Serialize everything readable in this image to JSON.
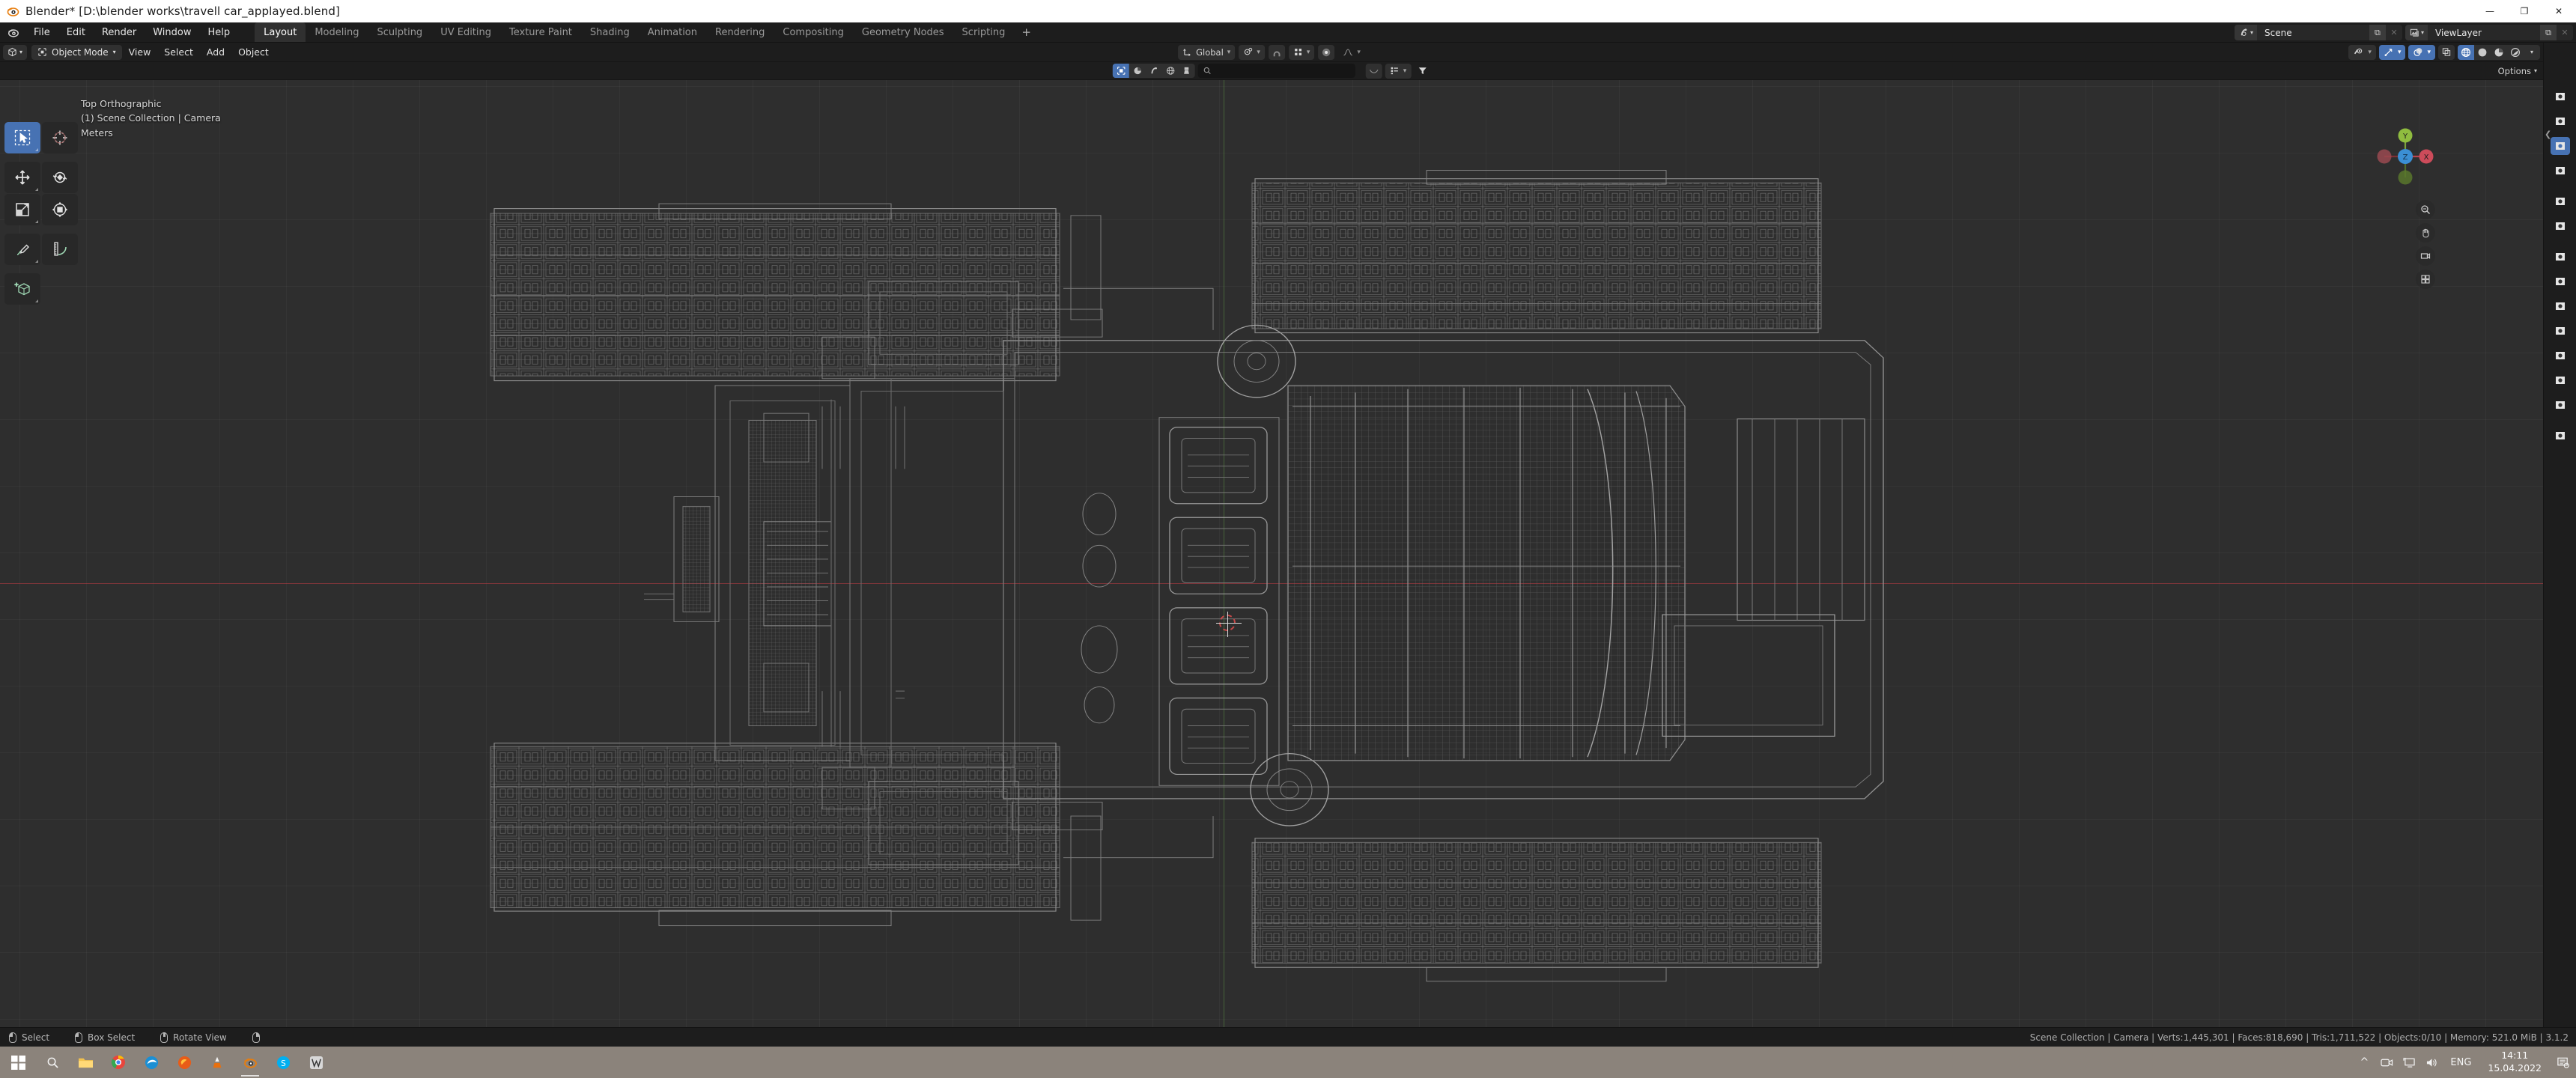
{
  "window": {
    "title": "Blender* [D:\\blender works\\travell car_applayed.blend]",
    "minimize": "—",
    "maximize": "❐",
    "close": "✕"
  },
  "topbar": {
    "menus": [
      "File",
      "Edit",
      "Render",
      "Window",
      "Help"
    ],
    "workspace_tabs": [
      {
        "label": "Layout",
        "active": true
      },
      {
        "label": "Modeling",
        "active": false
      },
      {
        "label": "Sculpting",
        "active": false
      },
      {
        "label": "UV Editing",
        "active": false
      },
      {
        "label": "Texture Paint",
        "active": false
      },
      {
        "label": "Shading",
        "active": false
      },
      {
        "label": "Animation",
        "active": false
      },
      {
        "label": "Rendering",
        "active": false
      },
      {
        "label": "Compositing",
        "active": false
      },
      {
        "label": "Geometry Nodes",
        "active": false
      },
      {
        "label": "Scripting",
        "active": false
      }
    ],
    "add_workspace": "+",
    "scene": {
      "name": "Scene",
      "new_label": "⧉",
      "unlink_label": "✕"
    },
    "view_layer": {
      "name": "ViewLayer",
      "new_label": "⧉",
      "unlink_label": "✕"
    }
  },
  "viewport_header": {
    "mode": "Object Mode",
    "menus": [
      "View",
      "Select",
      "Add",
      "Object"
    ],
    "transform_orientation": "Global",
    "snap_enabled": false,
    "proportional_editing": false,
    "options_label": "Options"
  },
  "viewport_overlay": {
    "view_name": "Top Orthographic",
    "collection_object": "(1) Scene Collection | Camera",
    "units": "Meters"
  },
  "gizmo": {
    "axis_x": "X",
    "axis_y": "Y",
    "axis_z": "Z",
    "color_x": "#cc4b5a",
    "color_y": "#8fbc3f",
    "color_z": "#3b8fd4"
  },
  "nav_buttons": [
    {
      "name": "zoom-icon",
      "glyph": "🔍"
    },
    {
      "name": "pan-hand-icon",
      "glyph": "✋"
    },
    {
      "name": "camera-view-icon",
      "glyph": "▭"
    },
    {
      "name": "toggle-ortho-icon",
      "glyph": "▦"
    }
  ],
  "toolshelf": [
    {
      "name": "tweak-select-box-tool",
      "icon": "select-box-icon",
      "active": true
    },
    {
      "name": "cursor-tool",
      "icon": "cursor-icon",
      "active": false
    },
    {
      "name": "move-tool",
      "icon": "move-icon",
      "active": false
    },
    {
      "name": "rotate-tool",
      "icon": "rotate-icon",
      "active": false
    },
    {
      "name": "scale-tool",
      "icon": "scale-icon",
      "active": false
    },
    {
      "name": "transform-tool",
      "icon": "transform-icon",
      "active": false
    },
    {
      "name": "annotate-tool",
      "icon": "annotate-pencil-icon",
      "active": false
    },
    {
      "name": "measure-tool",
      "icon": "measure-ruler-icon",
      "active": false
    },
    {
      "name": "add-cube-tool",
      "icon": "add-cube-icon",
      "active": false
    }
  ],
  "shading": {
    "modes": [
      "wireframe",
      "solid",
      "material-preview",
      "rendered"
    ],
    "active": "wireframe"
  },
  "statusbar": {
    "hints": [
      {
        "button": "lmb",
        "label": "Select"
      },
      {
        "button": "lmb-drag",
        "label": "Box Select"
      },
      {
        "button": "mmb",
        "label": "Rotate View"
      }
    ],
    "stats": "Scene Collection | Camera | Verts:1,445,301 | Faces:818,690 | Tris:1,711,522 | Objects:0/10 | Memory: 521.0 MiB | 3.1.2"
  },
  "taskbar": {
    "apps": [
      "start",
      "search",
      "explorer",
      "chrome",
      "edge",
      "firefox",
      "vlc",
      "blender",
      "skype",
      "app9"
    ],
    "language": "ENG",
    "time": "14:11",
    "date": "15.04.2022"
  }
}
